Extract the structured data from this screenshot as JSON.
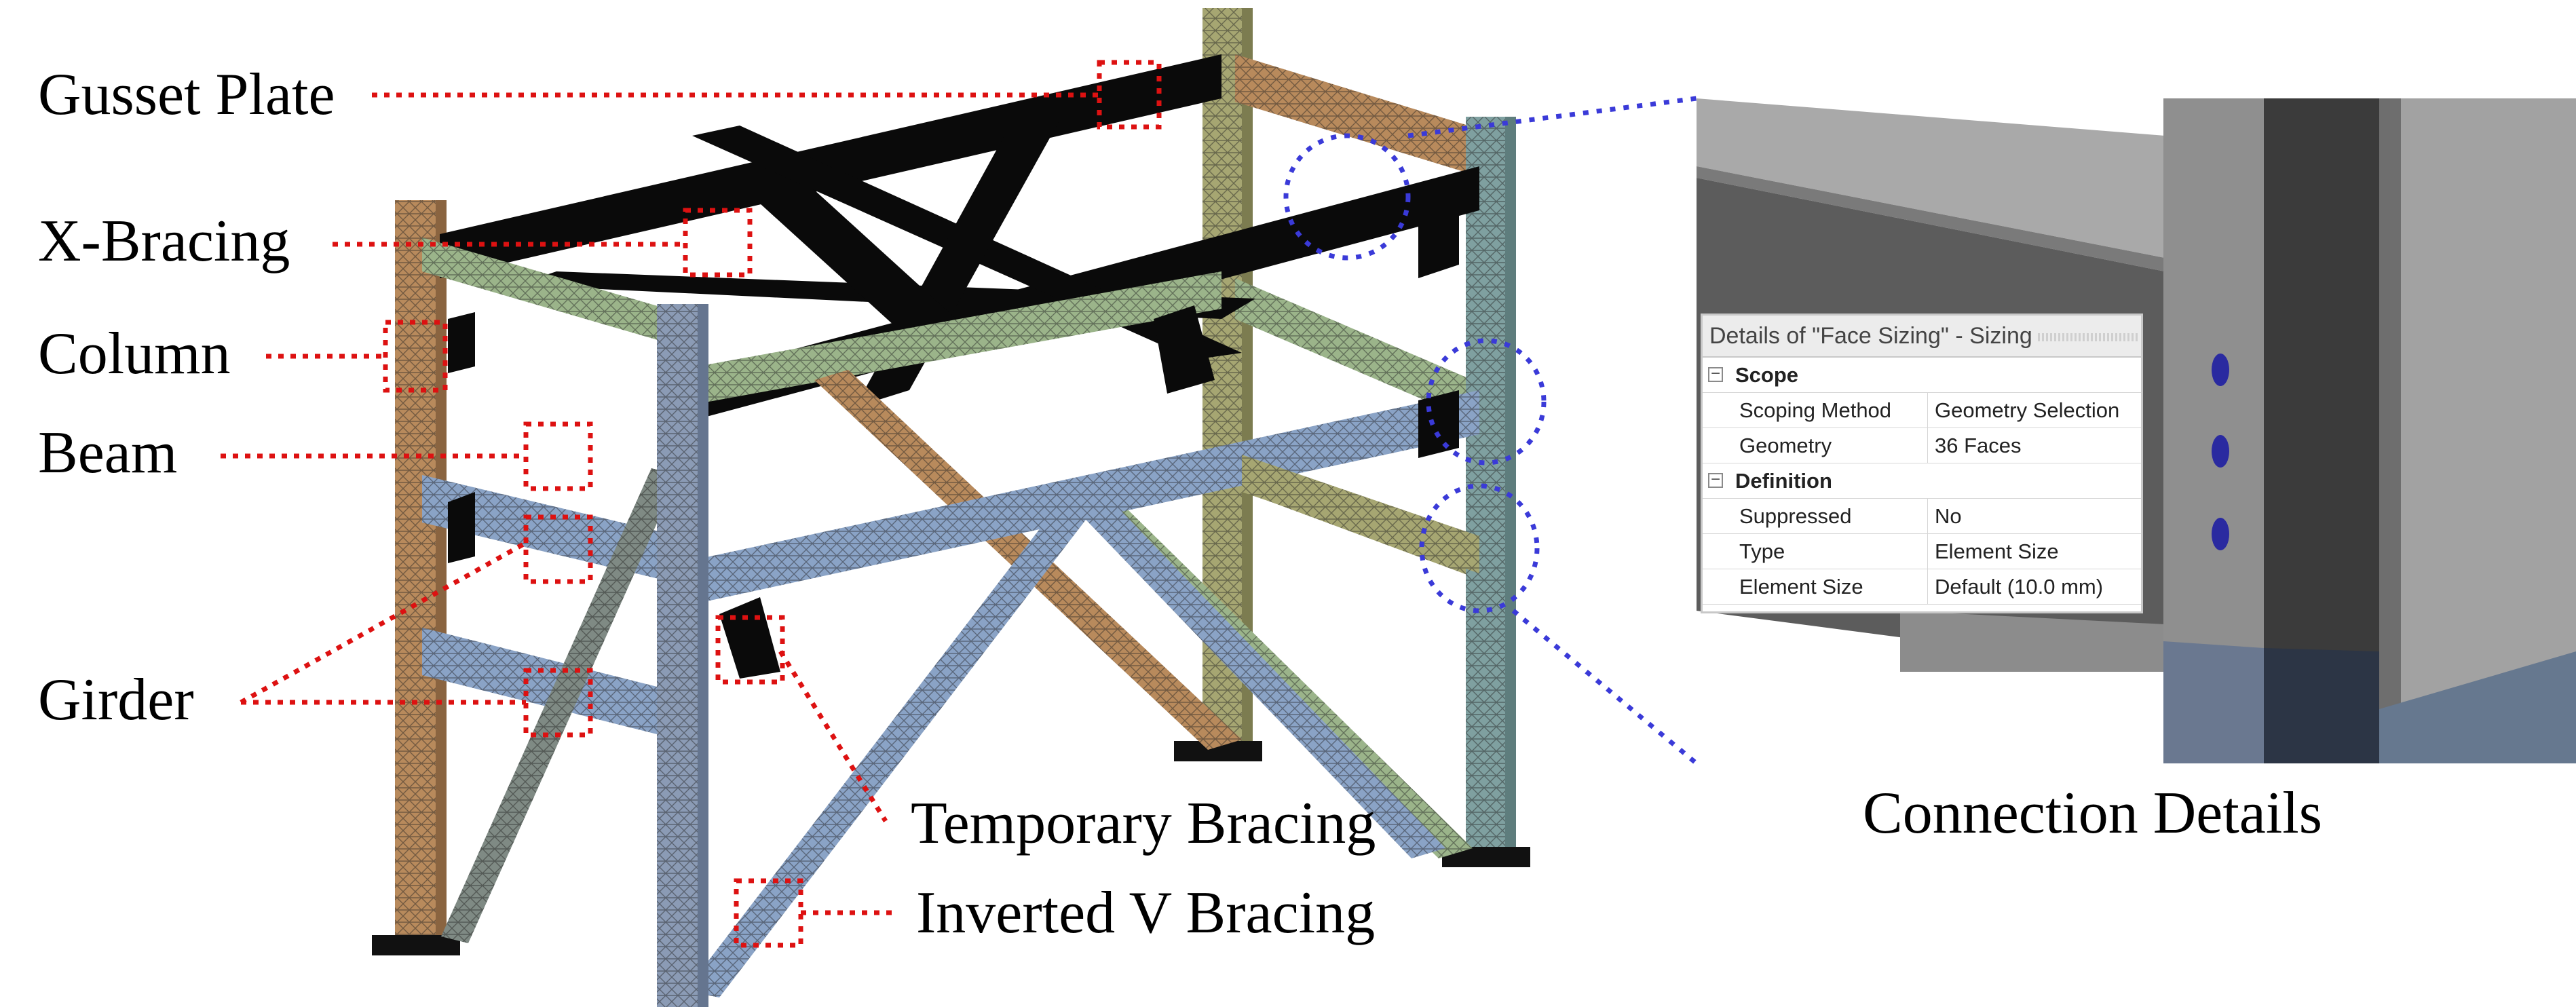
{
  "labels": {
    "gusset_plate": "Gusset Plate",
    "x_bracing": "X-Bracing",
    "column": "Column",
    "beam": "Beam",
    "girder": "Girder",
    "temporary_bracing": "Temporary Bracing",
    "inverted_v_bracing": "Inverted V Bracing",
    "connection_details": "Connection Details"
  },
  "details_panel": {
    "title": "Details of \"Face Sizing\" - Sizing",
    "groups": [
      {
        "name": "Scope",
        "expander": "−",
        "rows": [
          {
            "key": "Scoping Method",
            "value": "Geometry Selection"
          },
          {
            "key": "Geometry",
            "value": "36 Faces"
          }
        ]
      },
      {
        "name": "Definition",
        "expander": "−",
        "rows": [
          {
            "key": "Suppressed",
            "value": "No"
          },
          {
            "key": "Type",
            "value": "Element Size"
          },
          {
            "key": "Element Size",
            "value": "Default (10.0 mm)"
          }
        ]
      }
    ]
  },
  "colors": {
    "callout_red": "#dd1111",
    "circle_blue": "#3a3ad8",
    "column_orange": "#b88a5c",
    "column_blue": "#8b9bb5",
    "column_olive": "#a6a672",
    "column_teal": "#7fa0a0",
    "beam_green": "#9bb48a",
    "girder_blue": "#8aa3c6",
    "bracing_black": "#0a0a0a",
    "mesh_line": "#2a2a2a"
  }
}
